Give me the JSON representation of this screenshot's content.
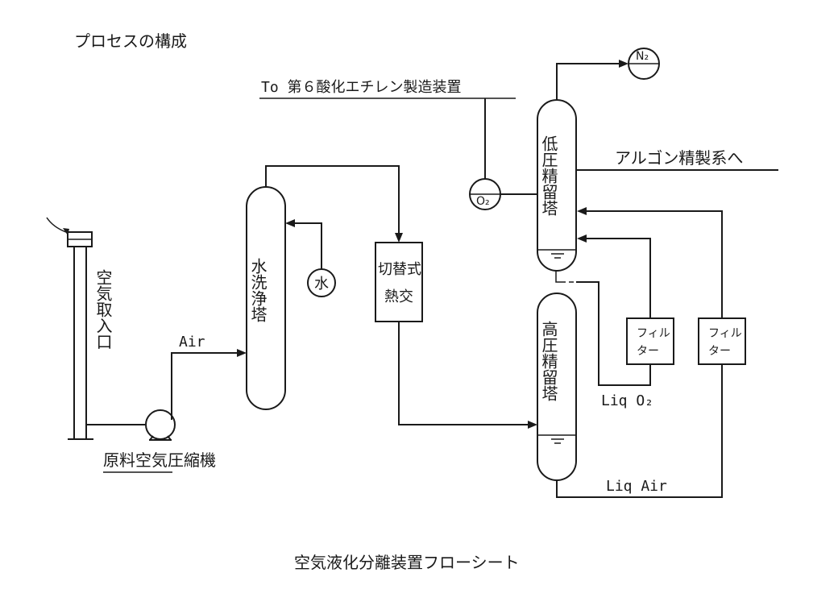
{
  "page_title": "プロセスの構成",
  "caption": "空気液化分離装置フローシート",
  "labels": {
    "air_intake": "空気取入口",
    "compressor": "原料空気圧縮機",
    "air": "Air",
    "wash_tower": "水洗浄塔",
    "water": "水",
    "heat_exchanger_line1": "切替式",
    "heat_exchanger_line2": "熱交",
    "to_ethylene_oxide": "To 第６酸化エチレン製造装置",
    "oxygen": "O₂",
    "nitrogen": "N₂",
    "low_pressure_column": "低圧精留塔",
    "high_pressure_column": "高圧精留塔",
    "to_argon": "アルゴン精製系へ",
    "filter_line1": "フィル",
    "filter_line2": "ター",
    "liq_o2": "Liq O₂",
    "liq_air": "Liq Air"
  }
}
